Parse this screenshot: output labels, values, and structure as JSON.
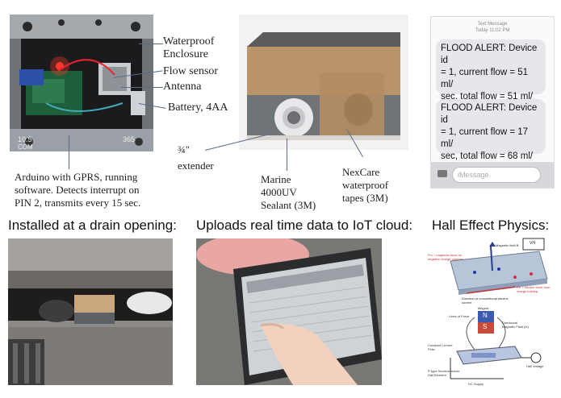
{
  "enclosure_labels": {
    "waterproof": "Waterproof",
    "enclosure": "Enclosure",
    "flow_sensor": "Flow sensor",
    "antenna": "Antenna",
    "battery": "Battery, 4AA"
  },
  "board_labels": [
    "10.5",
    "COM",
    "365"
  ],
  "arduino_caption": {
    "line1": "Arduino with GPRS, running",
    "line2": "software. Detects interrupt on",
    "line3": "PIN 2, transmits every 15 sec."
  },
  "box_labels": {
    "extender_1": "¾\"",
    "extender_2": "extender",
    "sealant_1": "Marine",
    "sealant_2": "4000UV",
    "sealant_3": "Sealant (3M)",
    "tape_1": "NexCare",
    "tape_2": "waterproof",
    "tape_3": "tapes (3M)"
  },
  "phone": {
    "header_1": "Text Message",
    "header_2": "Today 11:02 PM",
    "msg1": [
      "FLOOD ALERT: Device id",
      "= 1, current flow = 51 ml/",
      "sec, total flow = 51 ml/",
      "sec"
    ],
    "msg2": [
      "FLOOD ALERT: Device id",
      "= 1, current flow = 17 ml/",
      "sec, total flow = 68 ml/",
      "sec"
    ],
    "input_placeholder": "iMessage",
    "icon_camera": "camera-icon"
  },
  "captions": {
    "drain": "Installed at a drain opening:",
    "iot": "Uploads real time data to IoT cloud:",
    "hall": "Hall Effect Physics:"
  },
  "hall_diagram": {
    "labels": [
      "Fm = magnetic force on negative charge carriers.",
      "Magnetic field B",
      "VH",
      "FE = electric force from charge buildup.",
      "Direction of conventional electric current",
      "Lines of Force",
      "Magnet",
      "Directional Magnetic Field (H)",
      "Constant Current Flow",
      "P-type Semiconductor Hall Element",
      "DC Supply",
      "Hall Voltage"
    ],
    "magnet_n": "N",
    "magnet_s": "S"
  },
  "colors": {
    "label_line": "#5a6b88",
    "bubble": "#e6e6eb",
    "board_green": "#1d5e3b"
  }
}
